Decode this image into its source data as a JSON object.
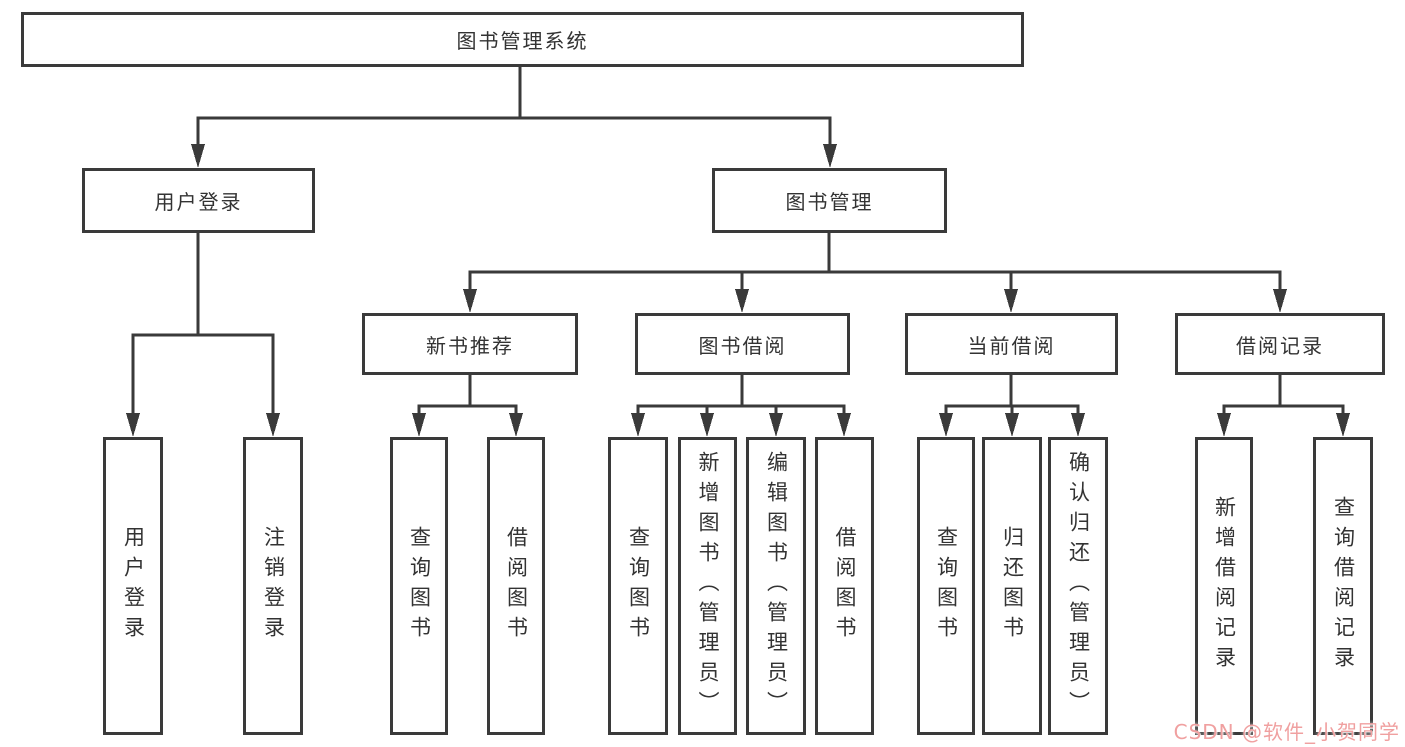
{
  "title": "图书管理系统",
  "watermark": {
    "text": "CSDN @软件_小贺同学",
    "color": "#f0a0a0"
  },
  "colors": {
    "line": "#3a3a3a",
    "box_border": "#3a3a3a",
    "text": "#333333",
    "background": "#ffffff"
  },
  "tree": {
    "label": "图书管理系统",
    "children": [
      {
        "label": "用户登录",
        "children": [
          {
            "label": "用户登录"
          },
          {
            "label": "注销登录"
          }
        ]
      },
      {
        "label": "图书管理",
        "children": [
          {
            "label": "新书推荐",
            "children": [
              {
                "label": "查询图书"
              },
              {
                "label": "借阅图书"
              }
            ]
          },
          {
            "label": "图书借阅",
            "children": [
              {
                "label": "查询图书"
              },
              {
                "label": "新增图书（管理员）"
              },
              {
                "label": "编辑图书（管理员）"
              },
              {
                "label": "借阅图书"
              }
            ]
          },
          {
            "label": "当前借阅",
            "children": [
              {
                "label": "查询图书"
              },
              {
                "label": "归还图书"
              },
              {
                "label": "确认归还（管理员）"
              }
            ]
          },
          {
            "label": "借阅记录",
            "children": [
              {
                "label": "新增借阅记录"
              },
              {
                "label": "查询借阅记录"
              }
            ]
          }
        ]
      }
    ]
  }
}
